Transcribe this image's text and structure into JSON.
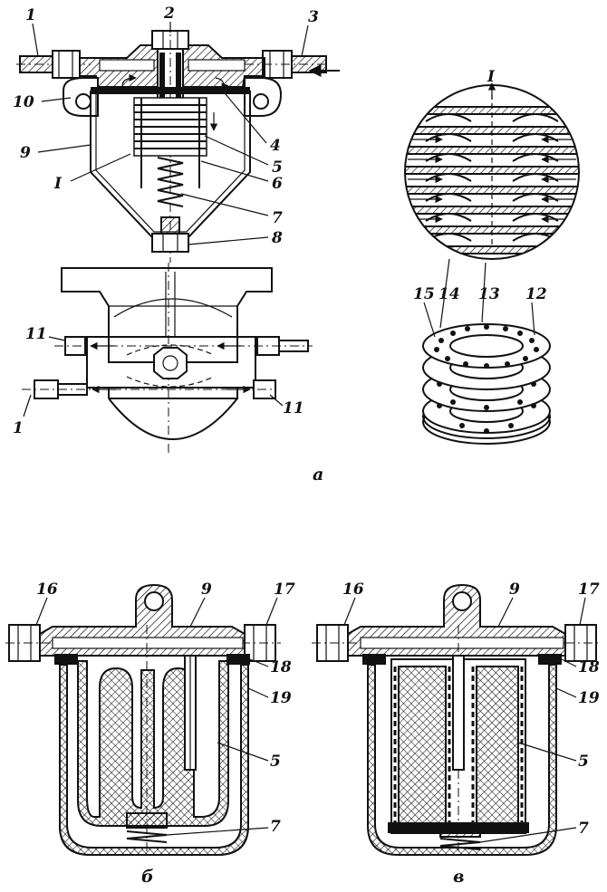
{
  "callouts": {
    "n1": "1",
    "n2": "2",
    "n3": "3",
    "n4": "4",
    "n5": "5",
    "n6": "6",
    "n7": "7",
    "n8": "8",
    "n9": "9",
    "n10": "10",
    "n11": "11",
    "n12": "12",
    "n13": "13",
    "n14": "14",
    "n15": "15",
    "n16": "16",
    "n17": "17",
    "n18": "18",
    "n19": "19",
    "detail": "I"
  },
  "captions": {
    "a": "а",
    "b": "б",
    "v": "в"
  }
}
